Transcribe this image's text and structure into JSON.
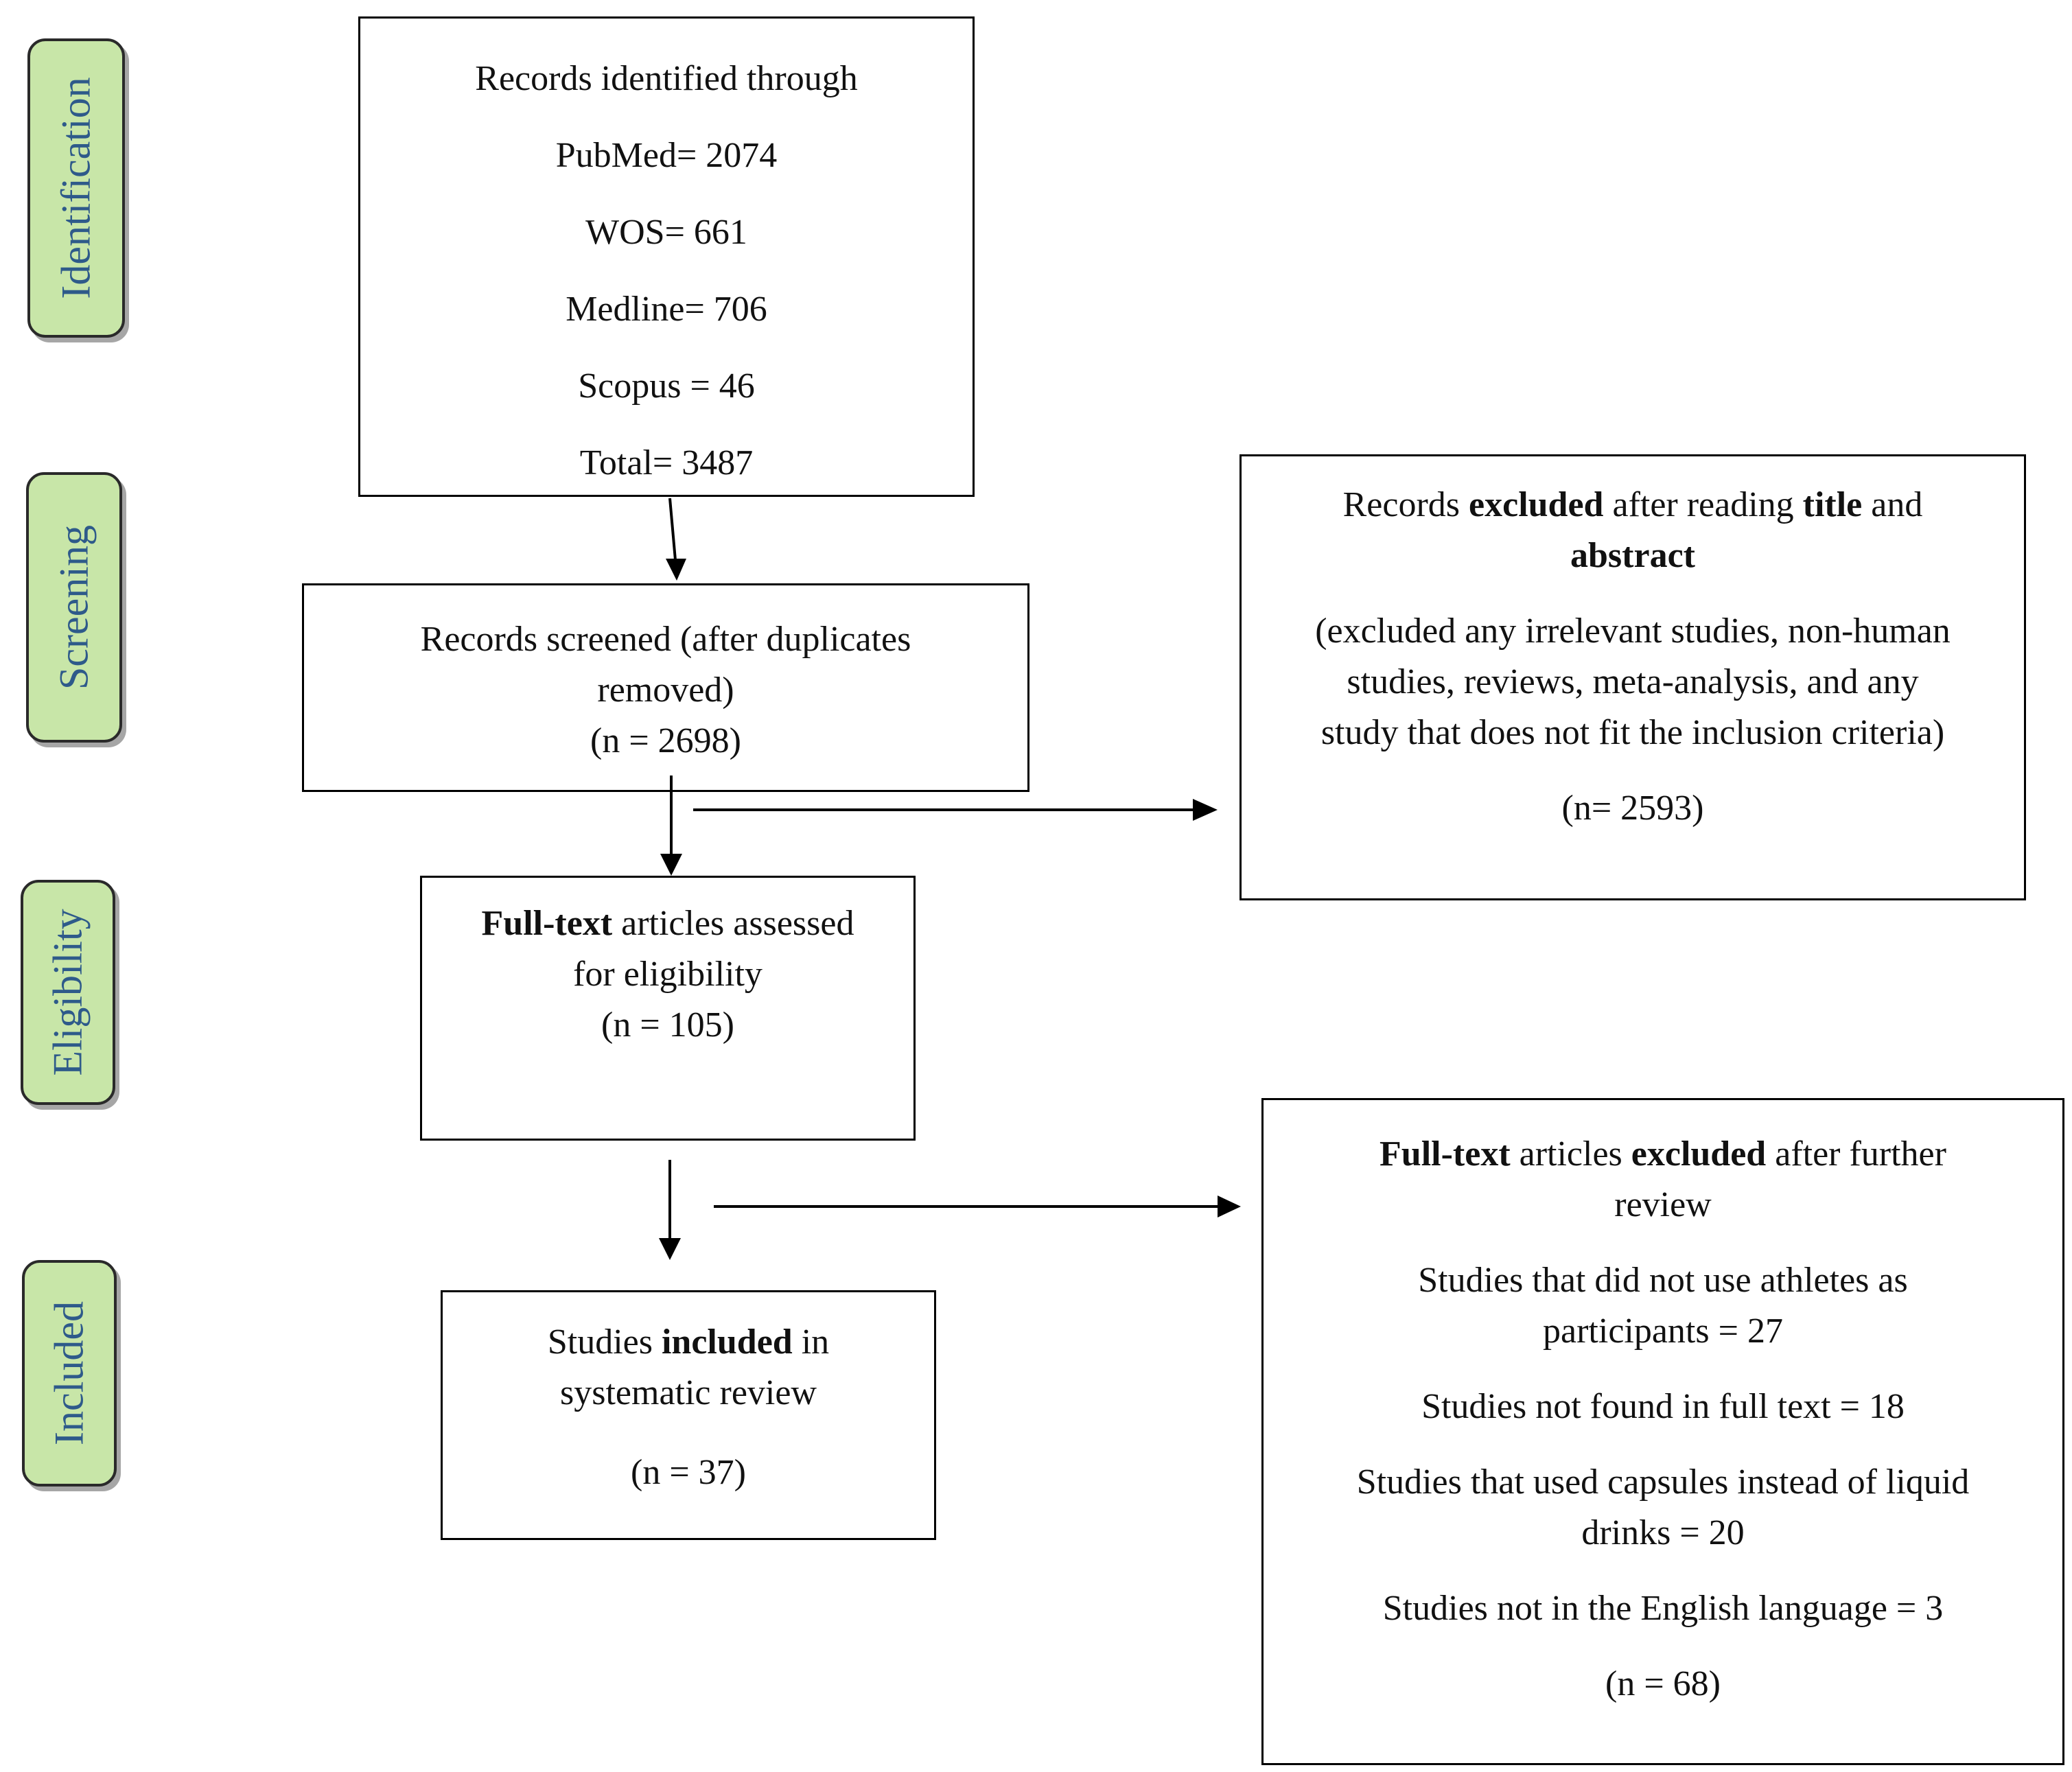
{
  "stages": {
    "identification": "Identification",
    "screening": "Screening",
    "eligibility": "Eligibility",
    "included": "Included"
  },
  "identified": {
    "title": "Records identified through",
    "pubmed": "PubMed= 2074",
    "wos": "WOS= 661",
    "medline": "Medline= 706",
    "scopus": "Scopus = 46",
    "total": "Total= 3487"
  },
  "screened": {
    "line1": "Records screened (after duplicates",
    "line2": "removed)",
    "count": "(n = 2698)"
  },
  "excluded_title_abstract": {
    "part1": "Records ",
    "bold1": "excluded",
    "part2": " after reading ",
    "bold2": "title",
    "part3": " and",
    "bold3": "abstract",
    "detail_line1": "(excluded any irrelevant studies, non-human",
    "detail_line2": "studies, reviews, meta-analysis, and any",
    "detail_line3": "study that does not fit the inclusion criteria)",
    "count": "(n= 2593)"
  },
  "eligibility": {
    "bold": "Full-text",
    "part1": " articles assessed",
    "line2": "for eligibility",
    "count": "(n = 105)"
  },
  "included": {
    "part1": "Studies ",
    "bold": "included",
    "part2": " in",
    "line2": "systematic review",
    "count": "(n = 37)"
  },
  "excluded_fulltext": {
    "bold1": "Full-text",
    "part1": " articles ",
    "bold2": "excluded",
    "part2": " after further",
    "line2": "review",
    "reason1_line1": "Studies that did not use athletes as",
    "reason1_line2": "participants = 27",
    "reason2": "Studies not found in full text = 18",
    "reason3_line1": "Studies that used capsules instead of liquid",
    "reason3_line2": "drinks = 20",
    "reason4": "Studies not in the English language = 3",
    "count": "(n = 68)"
  }
}
